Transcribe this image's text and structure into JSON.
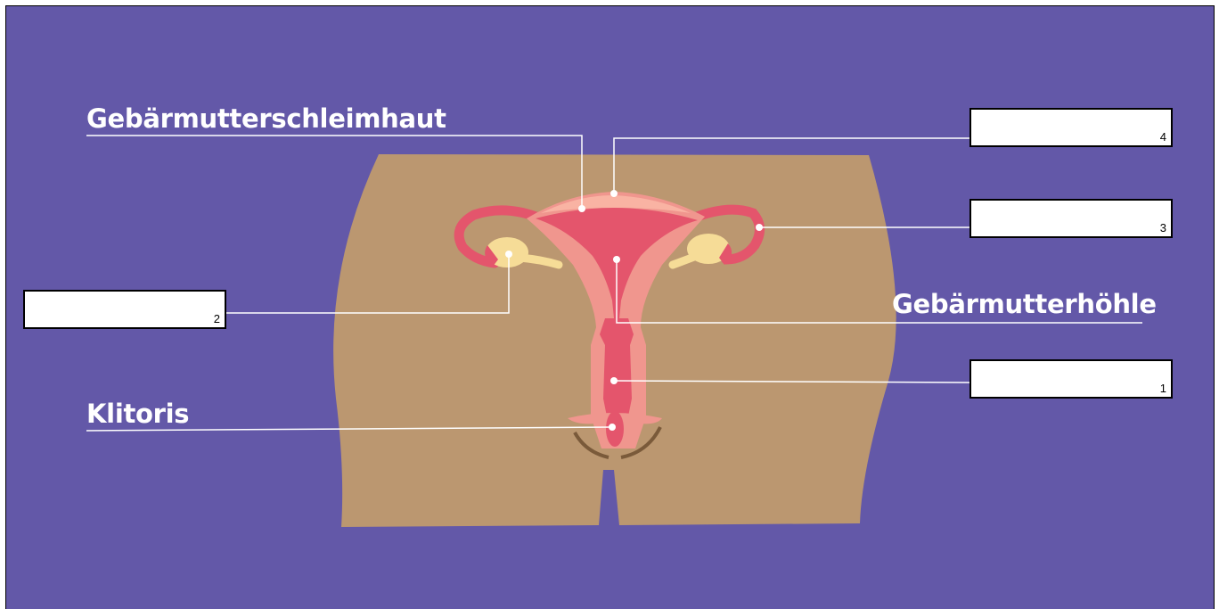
{
  "diagram": {
    "labels": {
      "endometrium": "Gebärmutterschleimhaut",
      "uterine_cavity": "Gebärmutterhöhle",
      "clitoris": "Klitoris"
    },
    "answer_boxes": [
      {
        "number": "1",
        "value": ""
      },
      {
        "number": "2",
        "value": ""
      },
      {
        "number": "3",
        "value": ""
      },
      {
        "number": "4",
        "value": ""
      }
    ]
  },
  "colors": {
    "background": "#6358a8",
    "skin": "#bb9770",
    "uterus_wall": "#f0968e",
    "uterus_inner": "#e4556c",
    "ovary": "#f6dc97",
    "leader_line": "#ffffff"
  }
}
